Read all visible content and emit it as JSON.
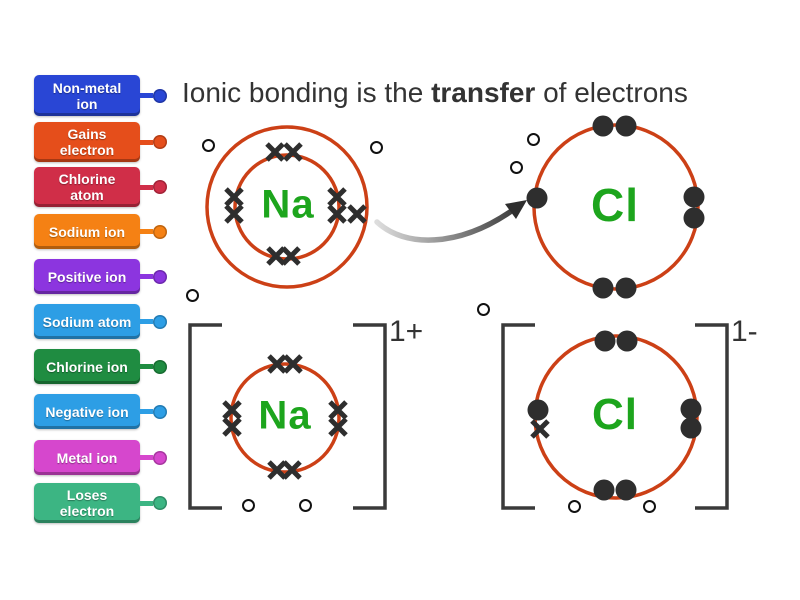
{
  "colors": {
    "shell": "#cc4016",
    "electron": "#2e2e2e",
    "symbol": "#1da51d",
    "bracket": "#3a3a3a",
    "title": "#333333",
    "slot_ring": "#111111",
    "arrow": "#2e2e2e",
    "arrow_tail": "#dddddd"
  },
  "title": {
    "prefix": "Ionic bonding is the ",
    "bold": "transfer",
    "suffix": " of electrons"
  },
  "sidebar": {
    "labels": [
      {
        "label": "Non-metal\nion",
        "color": "#2946d5"
      },
      {
        "label": "Gains\nelectron",
        "color": "#e54e1b"
      },
      {
        "label": "Chlorine\natom",
        "color": "#d02e48"
      },
      {
        "label": "Sodium ion",
        "color": "#f58114"
      },
      {
        "label": "Positive ion",
        "color": "#8c35df"
      },
      {
        "label": "Sodium atom",
        "color": "#2d9ee5"
      },
      {
        "label": "Chlorine ion",
        "color": "#1f8c41"
      },
      {
        "label": "Negative ion",
        "color": "#2d9ee5"
      },
      {
        "label": "Metal ion",
        "color": "#d647cd"
      },
      {
        "label": "Loses\nelectron",
        "color": "#3cb583"
      }
    ]
  },
  "diagram": {
    "na_atom": {
      "symbol": "Na",
      "shells_drawn": 2,
      "cross_electrons_inner": 8,
      "cross_electrons_outer": 1
    },
    "cl_atom": {
      "symbol": "Cl",
      "shells_drawn": 1,
      "dot_electrons": 7
    },
    "na_ion": {
      "symbol": "Na",
      "charge": "1+",
      "cross_electrons": 8
    },
    "cl_ion": {
      "symbol": "Cl",
      "charge": "1-",
      "dot_electrons": 7,
      "cross_electrons": 1
    },
    "answer_slot_count": 10
  }
}
